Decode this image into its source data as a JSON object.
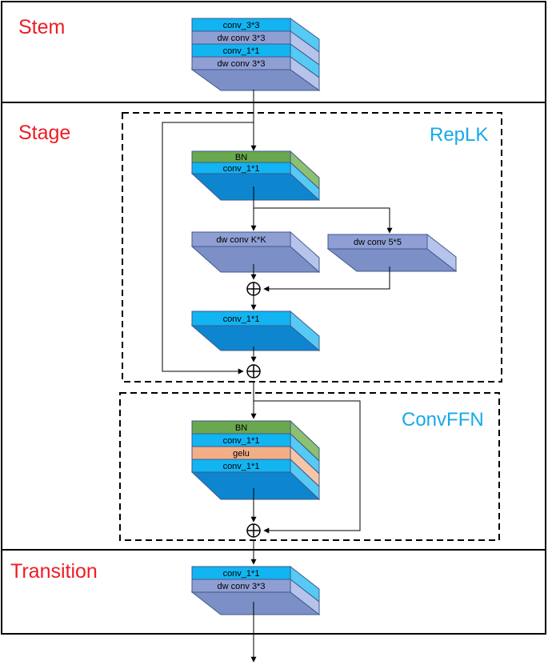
{
  "colors": {
    "conv": "#12b4f2",
    "conv_side": "#56c9f5",
    "conv_front": "#0d86cf",
    "dw": "#8f9fd4",
    "dw_side": "#b6c3ea",
    "dw_front": "#7d8fc7",
    "bn": "#69a84e",
    "bn_side": "#8dc06f",
    "gelu": "#f4ae86",
    "gelu_side": "#f6c5a8",
    "section_title": "#ee1c24",
    "block_title": "#18a9e8"
  },
  "sections": {
    "stem": "Stem",
    "stage": "Stage",
    "transition": "Transition"
  },
  "blocks": {
    "replk": "RepLK",
    "convffn": "ConvFFN"
  },
  "layers": {
    "stem_1": "conv_3*3",
    "stem_2": "dw conv 3*3",
    "stem_3": "conv_1*1",
    "stem_4": "dw conv 3*3",
    "replk_bn": "BN",
    "replk_conv1": "conv_1*1",
    "replk_dwk": "dw conv K*K",
    "replk_dw5": "dw conv 5*5",
    "replk_conv2": "conv_1*1",
    "ffn_bn": "BN",
    "ffn_conv1": "conv_1*1",
    "ffn_gelu": "gelu",
    "ffn_conv2": "conv_1*1",
    "trans_conv": "conv_1*1",
    "trans_dw": "dw conv 3*3"
  }
}
